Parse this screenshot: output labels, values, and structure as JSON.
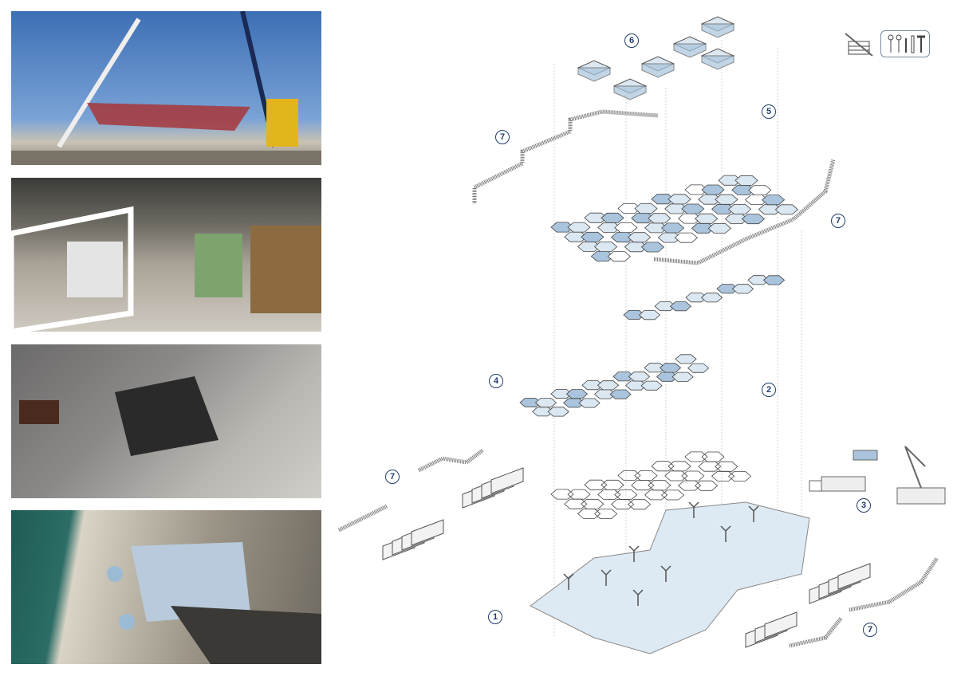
{
  "diagram": {
    "labels": {
      "l6": "6",
      "l5": "5",
      "l7a": "7",
      "l7b": "7",
      "l4": "4",
      "l2": "2",
      "l7c": "7",
      "l3": "3",
      "l1": "1",
      "l7d": "7"
    },
    "colors": {
      "accent": "#1f3d6b",
      "hex_fill": "#a9c4dc",
      "hex_light": "#dbe7f1",
      "ground": "#dde9f3"
    }
  },
  "icons": [
    "no-masonry-icon",
    "tools-icon"
  ]
}
